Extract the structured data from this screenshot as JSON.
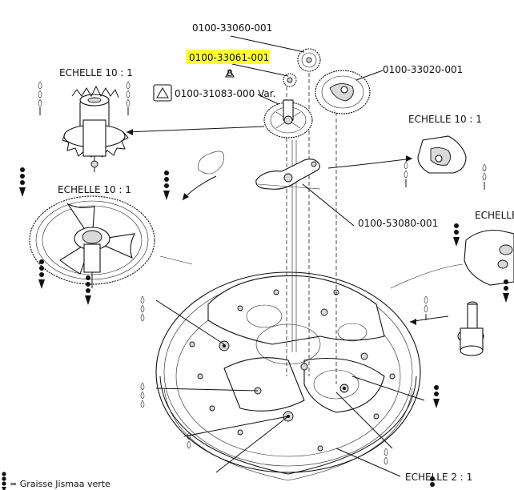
{
  "parts": {
    "p33060": "0100-33060-001",
    "p33061": "0100-33061-001",
    "p33020": "0100-33020-001",
    "p31083": "0100-31083-000 Var.",
    "p53080": "0100-53080-001"
  },
  "scales": {
    "top_left": "ECHELLE 10 : 1",
    "mid_left": "ECHELLE 10 : 1",
    "top_right": "ECHELLE 10 : 1",
    "mid_right": "ECHELLE",
    "bottom_right": "ECHELLE 2 : 1"
  },
  "warning_badge": "B",
  "legend": {
    "text": "= Graisse Jismaa verte"
  },
  "colors": {
    "highlight": "#ffff33",
    "ink": "#111111"
  }
}
